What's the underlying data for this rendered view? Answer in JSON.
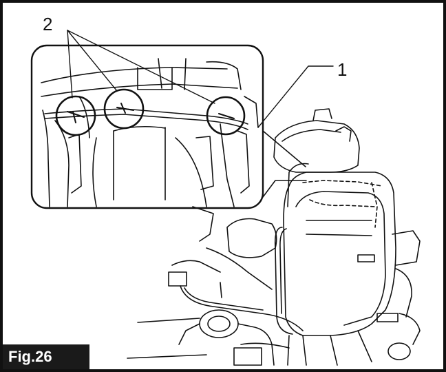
{
  "figure": {
    "label": "Fig.26",
    "callouts": [
      {
        "id": "2",
        "text": "2"
      },
      {
        "id": "1",
        "text": "1"
      }
    ]
  },
  "colors": {
    "ink": "#111111",
    "label_bg": "#1a1a1a",
    "label_text": "#ffffff",
    "paper": "#ffffff"
  }
}
